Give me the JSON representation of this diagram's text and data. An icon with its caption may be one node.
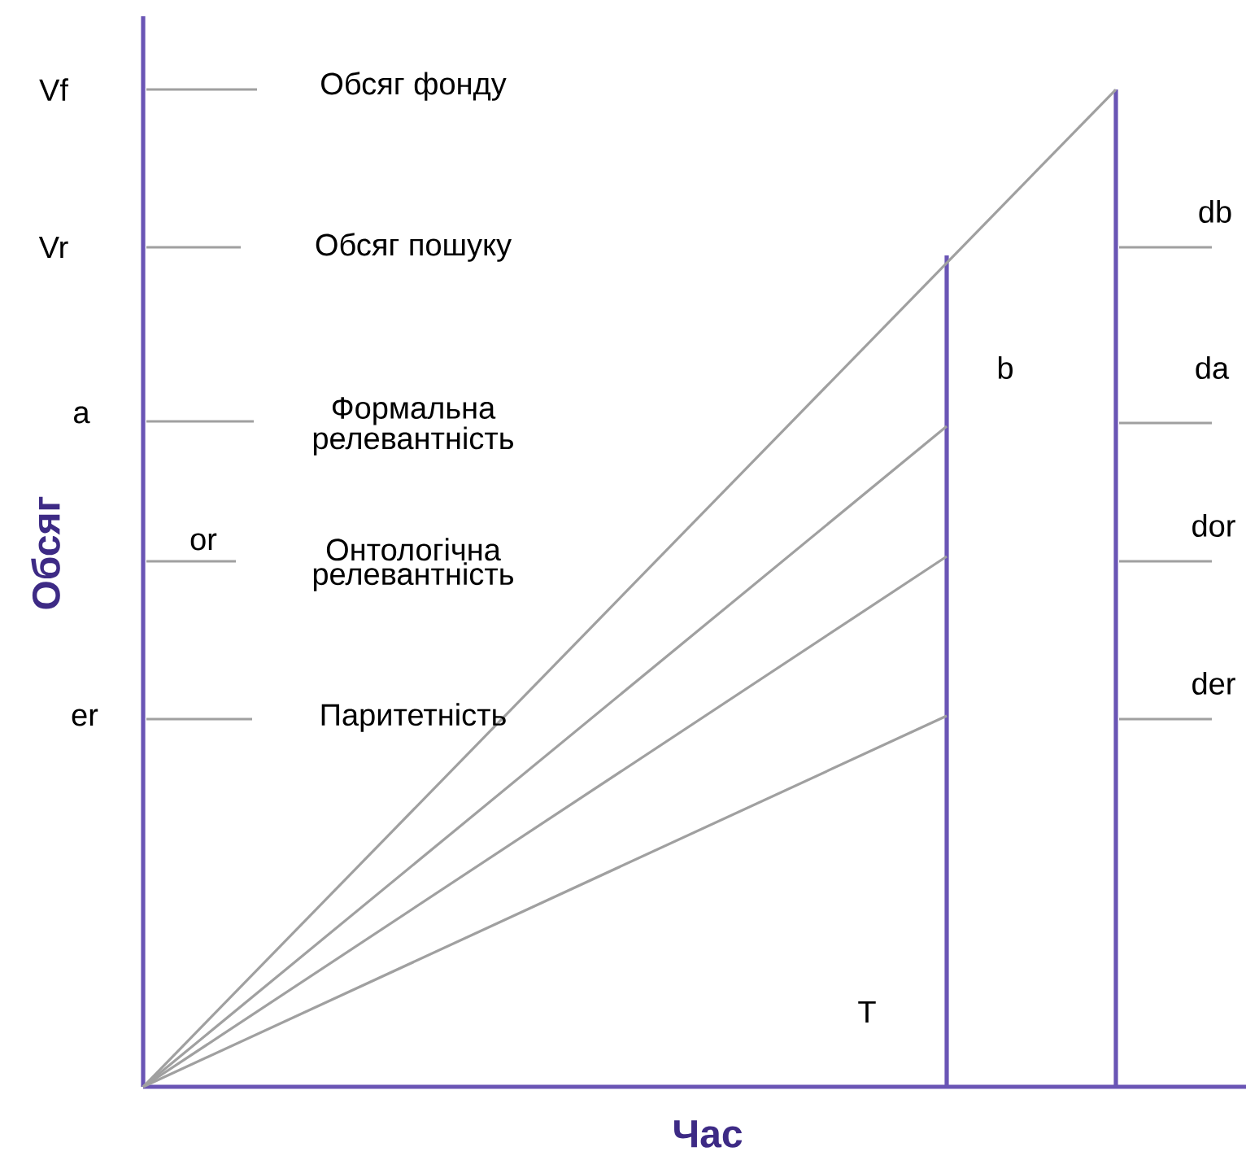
{
  "diagram": {
    "labels": [
      "Vf",
      "Обсяг фонду",
      "Vr",
      "Обсяг пошуку",
      "db",
      "b",
      "a",
      "Формальна релевантність",
      "da",
      "or",
      "Онтологічна релевантність",
      "dor",
      "er",
      "Паритетність",
      "der",
      "T",
      "Обсяг",
      "Час"
    ]
  }
}
